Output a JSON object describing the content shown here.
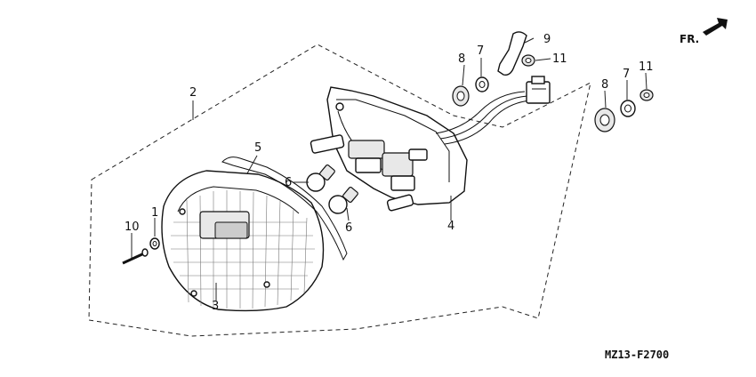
{
  "diagram": {
    "code": "MZ13-F2700",
    "direction_label": "FR.",
    "callouts": {
      "n1": "1",
      "n2": "2",
      "n3": "3",
      "n4": "4",
      "n5": "5",
      "n6a": "6",
      "n6b": "6",
      "n7a": "7",
      "n7b": "7",
      "n8a": "8",
      "n8b": "8",
      "n9": "9",
      "n10": "10",
      "n11a": "11",
      "n11b": "11"
    }
  }
}
